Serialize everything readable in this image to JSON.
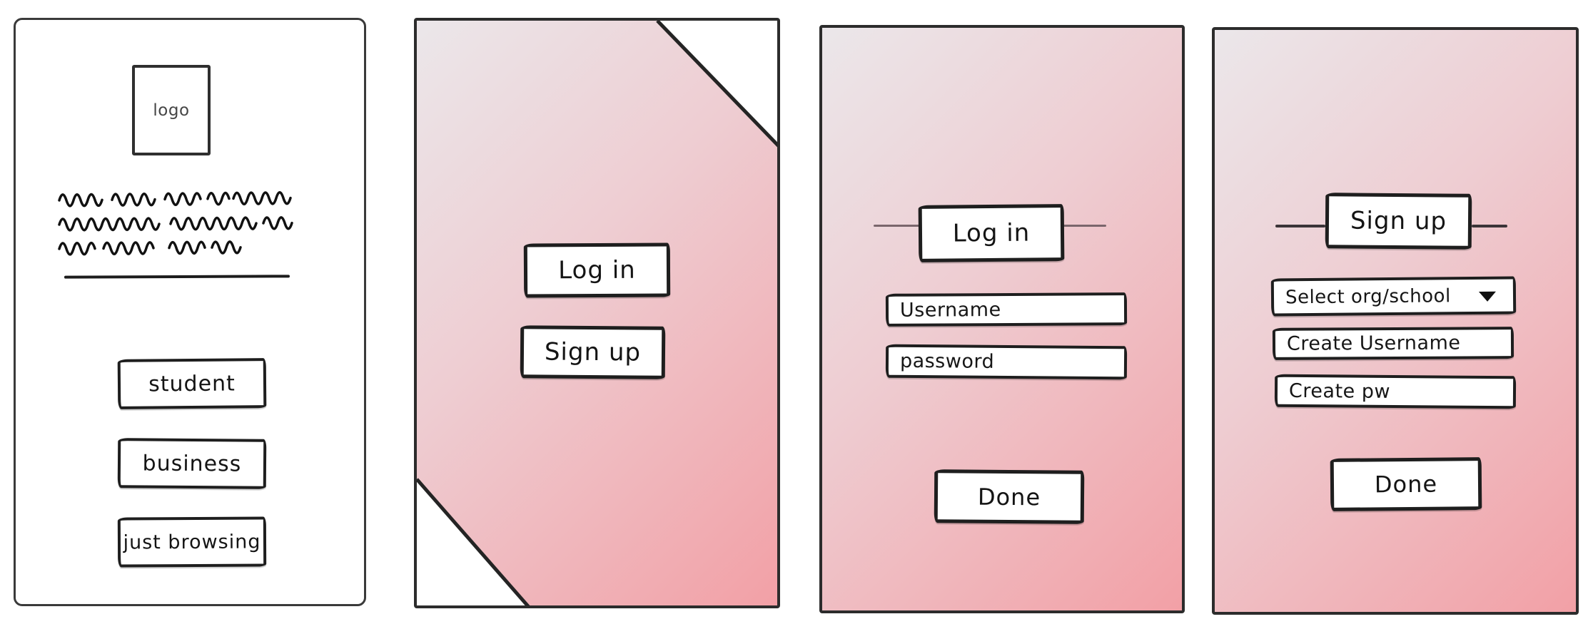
{
  "colors": {
    "pink": "#f2a0a6",
    "mid": "#eecdd2",
    "light": "#ebe7ea",
    "ink": "#1e1e1e",
    "panel-border": "#2c2c2c",
    "line3": "#7a666c",
    "line4": "#3b3438"
  },
  "screens": {
    "welcome": {
      "logo_label": "logo",
      "buttons": [
        {
          "label": "student"
        },
        {
          "label": "business"
        },
        {
          "label": "just browsing"
        }
      ]
    },
    "auth_choice": {
      "login_label": "Log in",
      "signup_label": "Sign up"
    },
    "login": {
      "title": "Log in",
      "fields": [
        {
          "placeholder": "Username"
        },
        {
          "placeholder": "password"
        }
      ],
      "done_label": "Done"
    },
    "signup": {
      "title": "Sign up",
      "dropdown": {
        "value": "Select org/school",
        "icon": "caret-down"
      },
      "fields": [
        {
          "placeholder": "Create Username"
        },
        {
          "placeholder": "Create pw"
        }
      ],
      "done_label": "Done"
    }
  }
}
